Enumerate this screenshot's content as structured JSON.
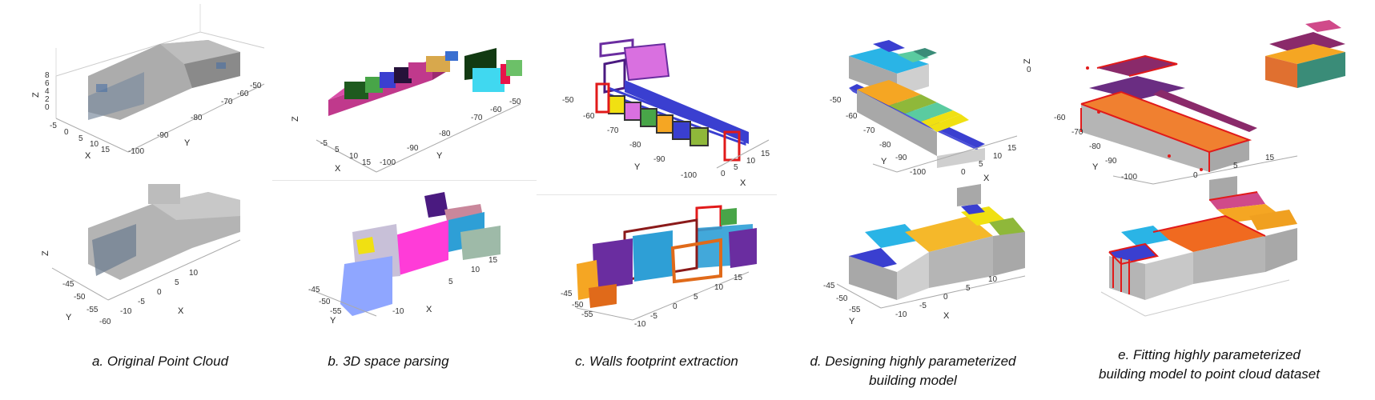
{
  "panels": [
    {
      "id": "a",
      "caption": "a. Original Point Cloud"
    },
    {
      "id": "b",
      "caption": "b. 3D space parsing"
    },
    {
      "id": "c",
      "caption": "c. Walls footprint extraction"
    },
    {
      "id": "d",
      "caption": "d. Designing highly parameterized\nbuilding model"
    },
    {
      "id": "e",
      "caption": "e. Fitting highly parameterized\nbuilding model to point cloud dataset"
    }
  ],
  "axes": {
    "x_label": "X",
    "y_label": "Y",
    "z_label": "Z",
    "top_x_ticks": [
      "-5",
      "0",
      "5",
      "10",
      "15"
    ],
    "top_y_ticks": [
      "-100",
      "-90",
      "-80",
      "-70",
      "-60",
      "-50"
    ],
    "top_z_ticks": [
      "8",
      "6",
      "4",
      "2",
      "0"
    ],
    "bottom_x_ticks": [
      "-10",
      "-5",
      "0",
      "5",
      "10",
      "15"
    ],
    "bottom_y_ticks": [
      "-45",
      "-50",
      "-55",
      "-60"
    ]
  },
  "colors": {
    "wall_gray": "#b9b9b9",
    "magenta": "#c0398c",
    "dark_green": "#1e5a1e",
    "cyan": "#2ab4e6",
    "yellow": "#f0e012",
    "orange": "#f5a623",
    "purple": "#5a2d82",
    "blue": "#3a3fd0",
    "red": "#e11a1a",
    "olive": "#8fb83a",
    "teal": "#3a8c78"
  }
}
